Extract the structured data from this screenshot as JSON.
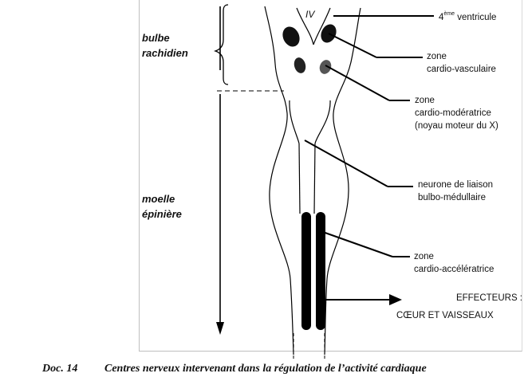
{
  "regions": {
    "bulbe_line1": "bulbe",
    "bulbe_line2": "rachidien",
    "moelle_line1": "moelle",
    "moelle_line2": "épinière"
  },
  "ventricle_label": "IV",
  "annotations": {
    "ventricule_num": "4",
    "ventricule_sup": "ème",
    "ventricule_text": "ventricule",
    "cardio_vasc_1": "zone",
    "cardio_vasc_2": "cardio-vasculaire",
    "cardio_mod_1": "zone",
    "cardio_mod_2": "cardio-modératrice",
    "cardio_mod_3": "(noyau moteur du X)",
    "neurone_1": "neurone de liaison",
    "neurone_2": "bulbo-médullaire",
    "cardio_acc_1": "zone",
    "cardio_acc_2": "cardio-accélératrice",
    "effecteurs_1": "EFFECTEURS :",
    "effecteurs_2": "CŒUR ET VAISSEAUX"
  },
  "caption": {
    "number": "Doc. 14",
    "text": "Centres nerveux intervenant dans la régulation de l’activité cardiaque"
  }
}
